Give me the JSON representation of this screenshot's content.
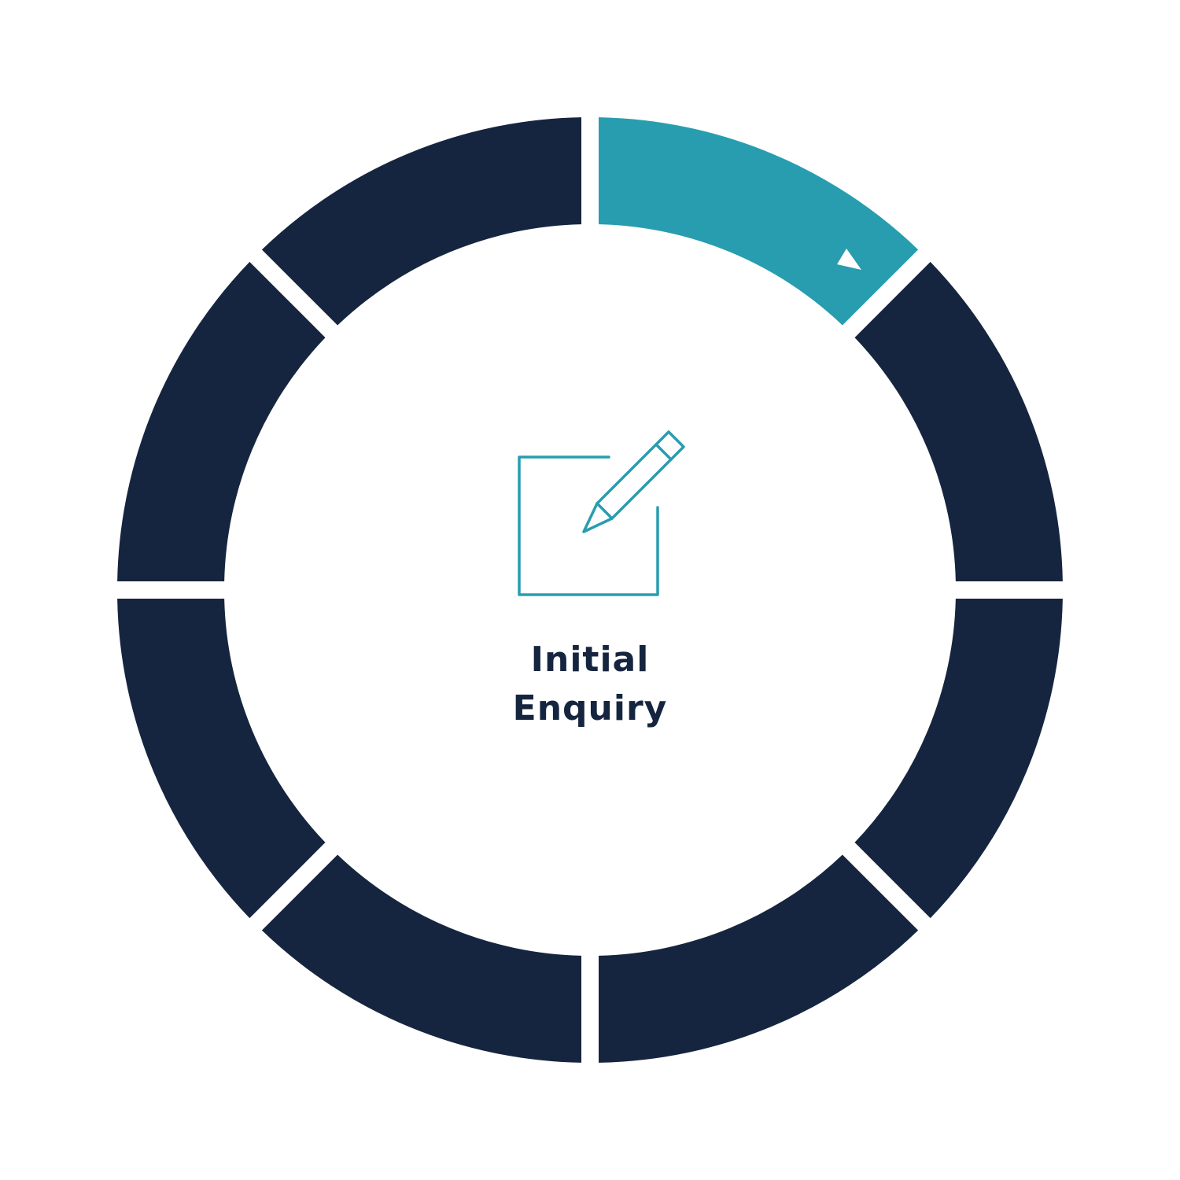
{
  "diagram": {
    "center_label": {
      "line1": "Initial",
      "line2": "Enquiry"
    },
    "center_icon": "edit-note-icon",
    "segment_count": 8,
    "active_segment_index": 0,
    "active_segment_marker": "play-arrow-icon",
    "colors": {
      "segment": "#16253f",
      "active_segment": "#289daf",
      "icon": "#289daf",
      "label": "#16253f",
      "marker": "#ffffff",
      "background": "#ffffff"
    }
  }
}
